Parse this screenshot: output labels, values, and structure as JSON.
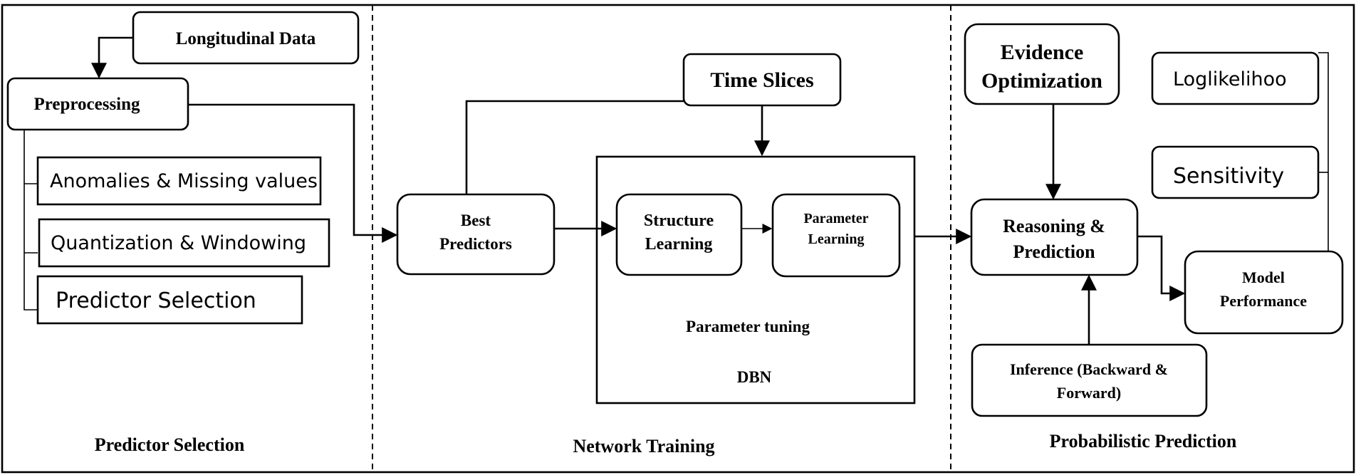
{
  "sections": {
    "predictor_selection": "Predictor Selection",
    "network_training": "Network Training",
    "probabilistic_prediction": "Probabilistic Prediction"
  },
  "nodes": {
    "longitudinal_data": "Longitudinal Data",
    "preprocessing": "Preprocessing",
    "anomalies": "Anomalies & Missing values",
    "quantization": "Quantization & Windowing",
    "predictor_selection_item": "Predictor Selection",
    "time_slices": "Time Slices",
    "best_predictors": [
      "Best",
      "Predictors"
    ],
    "structure_learning": [
      "Structure",
      "Learning"
    ],
    "parameter_learning": [
      "Parameter",
      "Learning"
    ],
    "parameter_tuning": "Parameter tuning",
    "dbn": "DBN",
    "evidence_optimization": [
      "Evidence",
      "Optimization"
    ],
    "loglikelihood": "Loglikelihoo",
    "sensitivity": "Sensitivity",
    "reasoning_prediction": [
      "Reasoning &",
      "Prediction"
    ],
    "model_performance": [
      "Model",
      "Performance"
    ],
    "inference": [
      "Inference (Backward &",
      "Forward)"
    ]
  }
}
